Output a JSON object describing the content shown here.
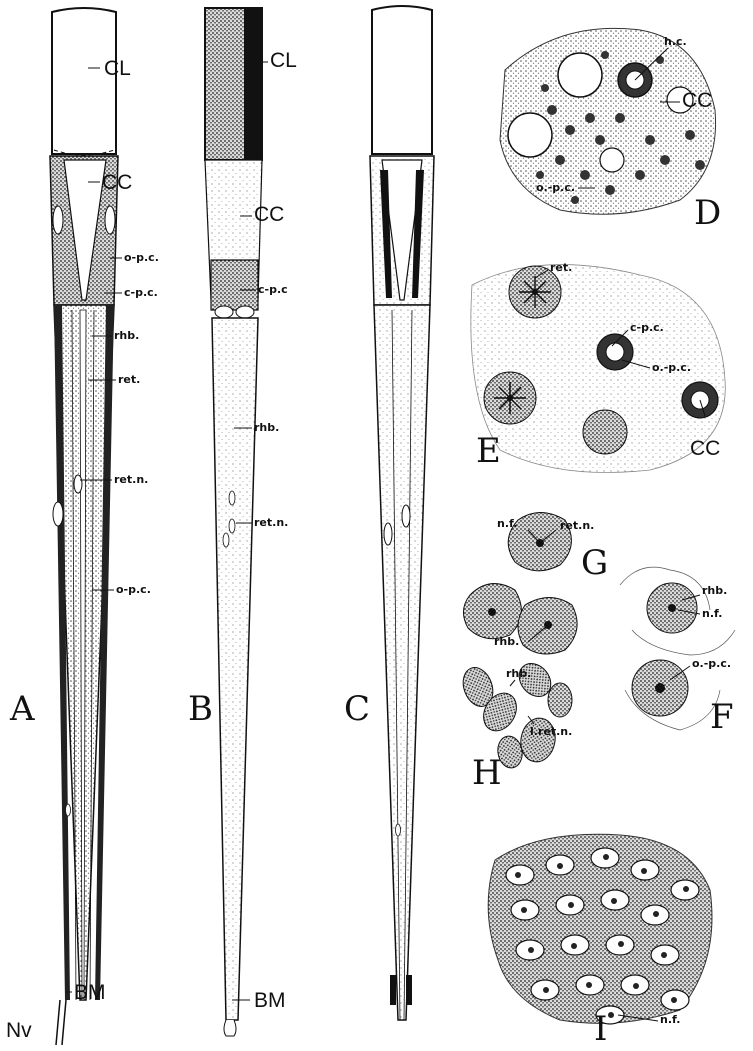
{
  "figure": {
    "panel_letters": [
      "A",
      "B",
      "C",
      "D",
      "E",
      "F",
      "G",
      "H",
      "I"
    ],
    "ommatidium_A": {
      "letter": "A",
      "labels": {
        "cl": "CL",
        "cc": "CC",
        "opc_upper": "o-p.c.",
        "cpc": "c-p.c.",
        "rhb": "rhb.",
        "ret": "ret.",
        "retn": "ret.n.",
        "opc_lower": "o-p.c.",
        "bm": "BM",
        "nv": "Nv"
      }
    },
    "ommatidium_B": {
      "letter": "B",
      "labels": {
        "cl": "CL",
        "cc": "CC",
        "cpc": "c-p.c",
        "rhb": "rhb.",
        "retn": "ret.n.",
        "bm": "BM"
      }
    },
    "ommatidium_C": {
      "letter": "C"
    },
    "section_D": {
      "letter": "D",
      "labels": {
        "hc": "h.c.",
        "cc": "CC",
        "opc": "o.-p.c."
      }
    },
    "section_E": {
      "letter": "E",
      "labels": {
        "ret": "ret.",
        "cpc": "c-p.c.",
        "opc": "o.-p.c.",
        "cc": "CC"
      }
    },
    "section_G": {
      "letter": "G",
      "labels": {
        "nf": "n.f.",
        "retn": "ret.n.",
        "rhb": "rhb."
      }
    },
    "section_F": {
      "letter": "F",
      "labels": {
        "rhb": "rhb.",
        "nf": "n.f.",
        "opc": "o.-p.c."
      }
    },
    "section_H": {
      "letter": "H",
      "labels": {
        "rhb": "rhb.",
        "lretn": "l.ret.n."
      }
    },
    "section_I": {
      "letter": "I",
      "labels": {
        "nf": "n.f."
      }
    }
  }
}
